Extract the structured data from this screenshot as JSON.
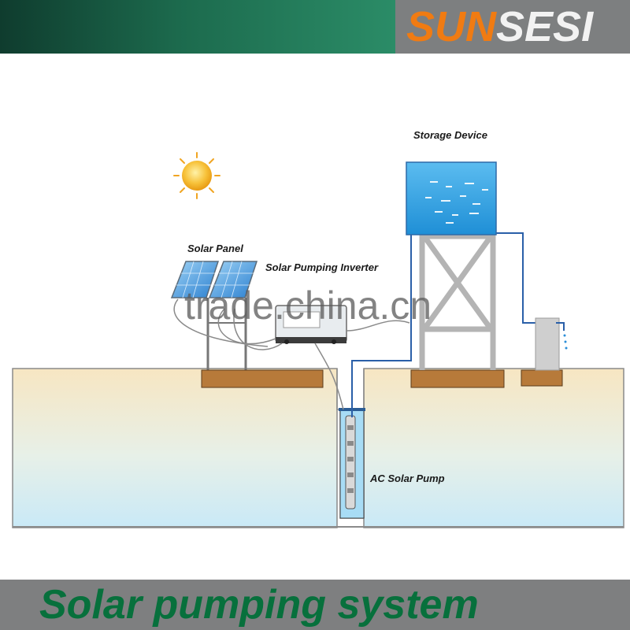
{
  "brand": {
    "part1": "SUN",
    "part2": "SESI"
  },
  "labels": {
    "storage": "Storage Device",
    "panel": "Solar Panel",
    "inverter": "Solar Pumping Inverter",
    "pump": "AC Solar Pump"
  },
  "watermark": "trade.china.cn",
  "footer": {
    "title": "Solar pumping system"
  },
  "colors": {
    "green_bar": "#1c6a4d",
    "gray_bar": "#7d7f80",
    "brand_orange": "#f07b12",
    "title_green": "#07703c",
    "water": "#2f9fe0",
    "ground": "#f5e7c4"
  },
  "icons": [
    "sun-icon",
    "solar-panel-icon",
    "inverter-icon",
    "water-tank-icon",
    "pump-icon",
    "faucet-icon"
  ]
}
